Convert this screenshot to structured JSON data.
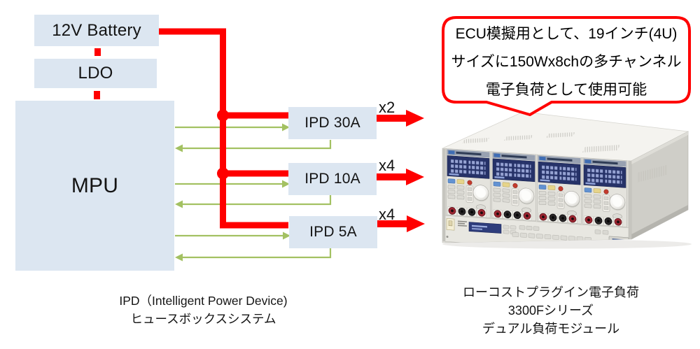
{
  "colors": {
    "power_line": "#ff0000",
    "signal_line": "#a3c162",
    "box_fill": "#dce6f1",
    "callout_border": "#ff0000"
  },
  "diagram": {
    "battery_label": "12V Battery",
    "ldo_label": "LDO",
    "mpu_label": "MPU",
    "ipd_blocks": [
      {
        "label": "IPD 30A",
        "multiplier": "x2"
      },
      {
        "label": "IPD 10A",
        "multiplier": "x4"
      },
      {
        "label": "IPD 5A",
        "multiplier": "x4"
      }
    ],
    "caption": [
      "IPD（Intelligent Power Device)",
      "ヒュースボックスシステム"
    ]
  },
  "callout": {
    "lines": [
      "ECU模擬用として、19インチ(4U)",
      "サイズに150Wx8chの多チャンネル",
      "電子負荷として使用可能"
    ]
  },
  "product": {
    "caption": [
      "ローコストプラグイン電子負荷",
      "3300Fシリーズ",
      "デュアル負荷モジュール"
    ]
  }
}
